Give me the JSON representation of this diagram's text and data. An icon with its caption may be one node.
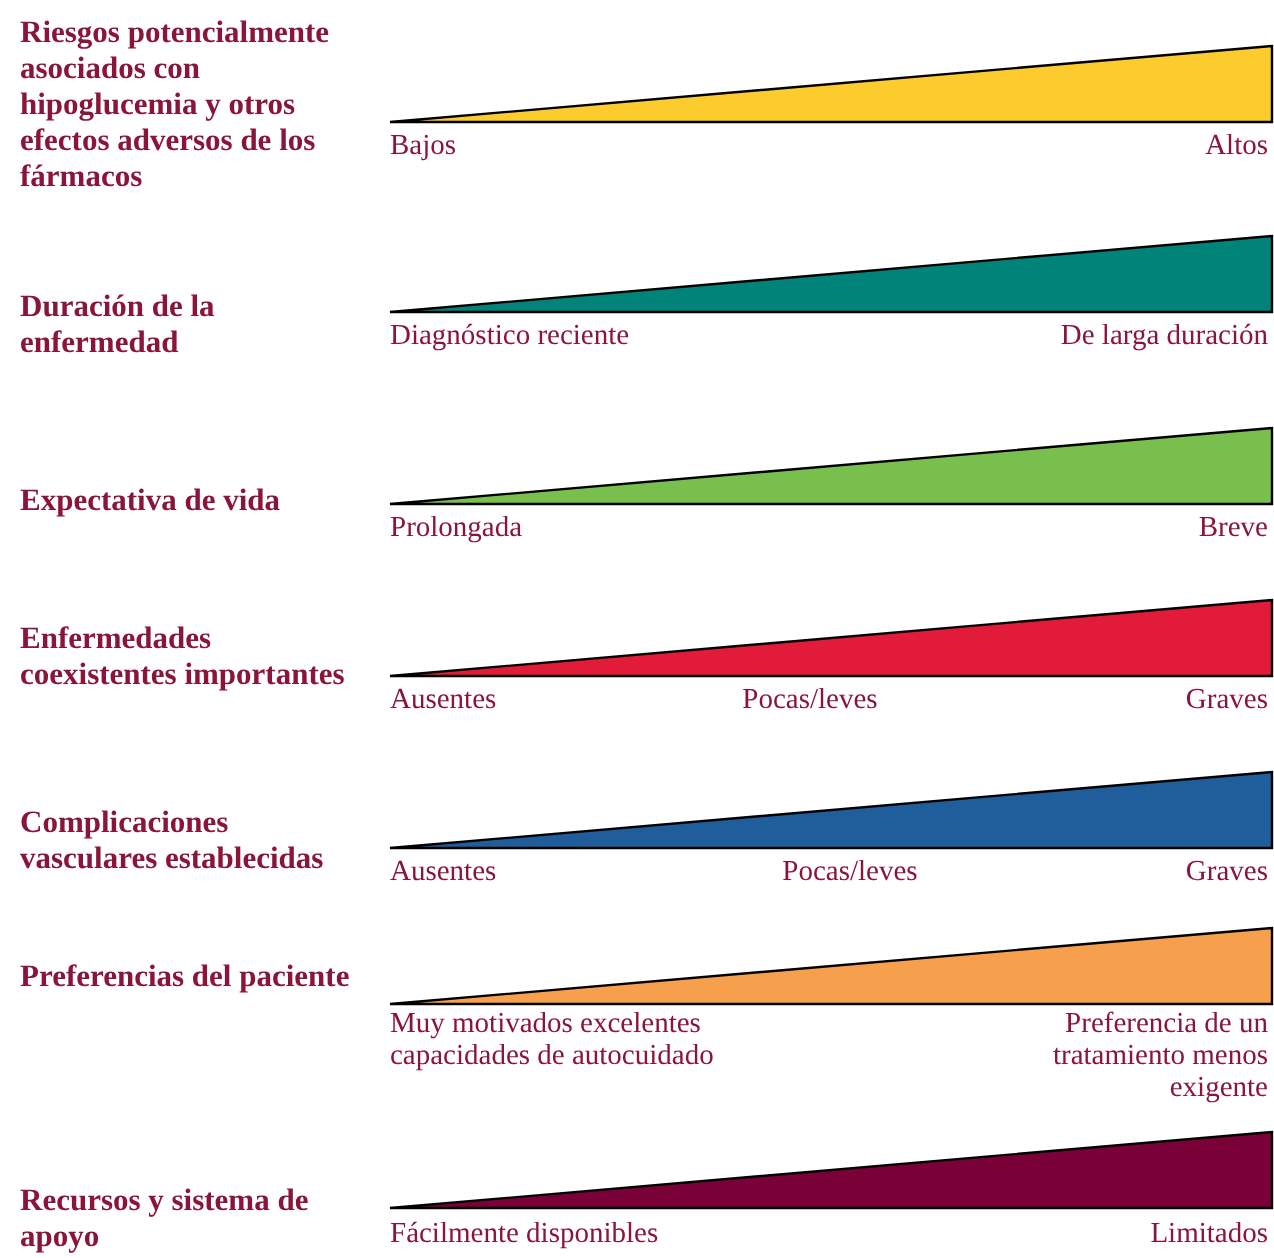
{
  "diagram": {
    "nodes": [
      {
        "text": [],
        "shape": "triangle"
      },
      {
        "text": [],
        "shape": "triangle"
      },
      {
        "text": [],
        "shape": "triangle"
      },
      {
        "text": [],
        "shape": "triangle"
      },
      {
        "text": [],
        "shape": "triangle"
      },
      {
        "text": [],
        "shape": "triangle"
      },
      {
        "text": [],
        "shape": "triangle"
      }
    ],
    "labels": [
      "Riesgos potencialmente asociados con hipoglucemia y otros efectos adversos de los fármacos",
      "Bajos",
      "Altos",
      "Duración de la enfermedad",
      "Diagnóstico reciente",
      "De larga duración",
      "Expectativa de vida",
      "Prolongada",
      "Breve",
      "Enfermedades coexistentes importantes",
      "Ausentes",
      "Pocas/leves",
      "Graves",
      "Complicaciones vasculares establecidas",
      "Ausentes",
      "Pocas/leves",
      "Graves",
      "Preferencias del paciente",
      "Muy motivados excelentes capacidades de autocuidado",
      "Preferencia de un tratamiento menos exigente",
      "Recursos y sistema de apoyo",
      "Fácilmente disponibles",
      "Limitados"
    ]
  }
}
